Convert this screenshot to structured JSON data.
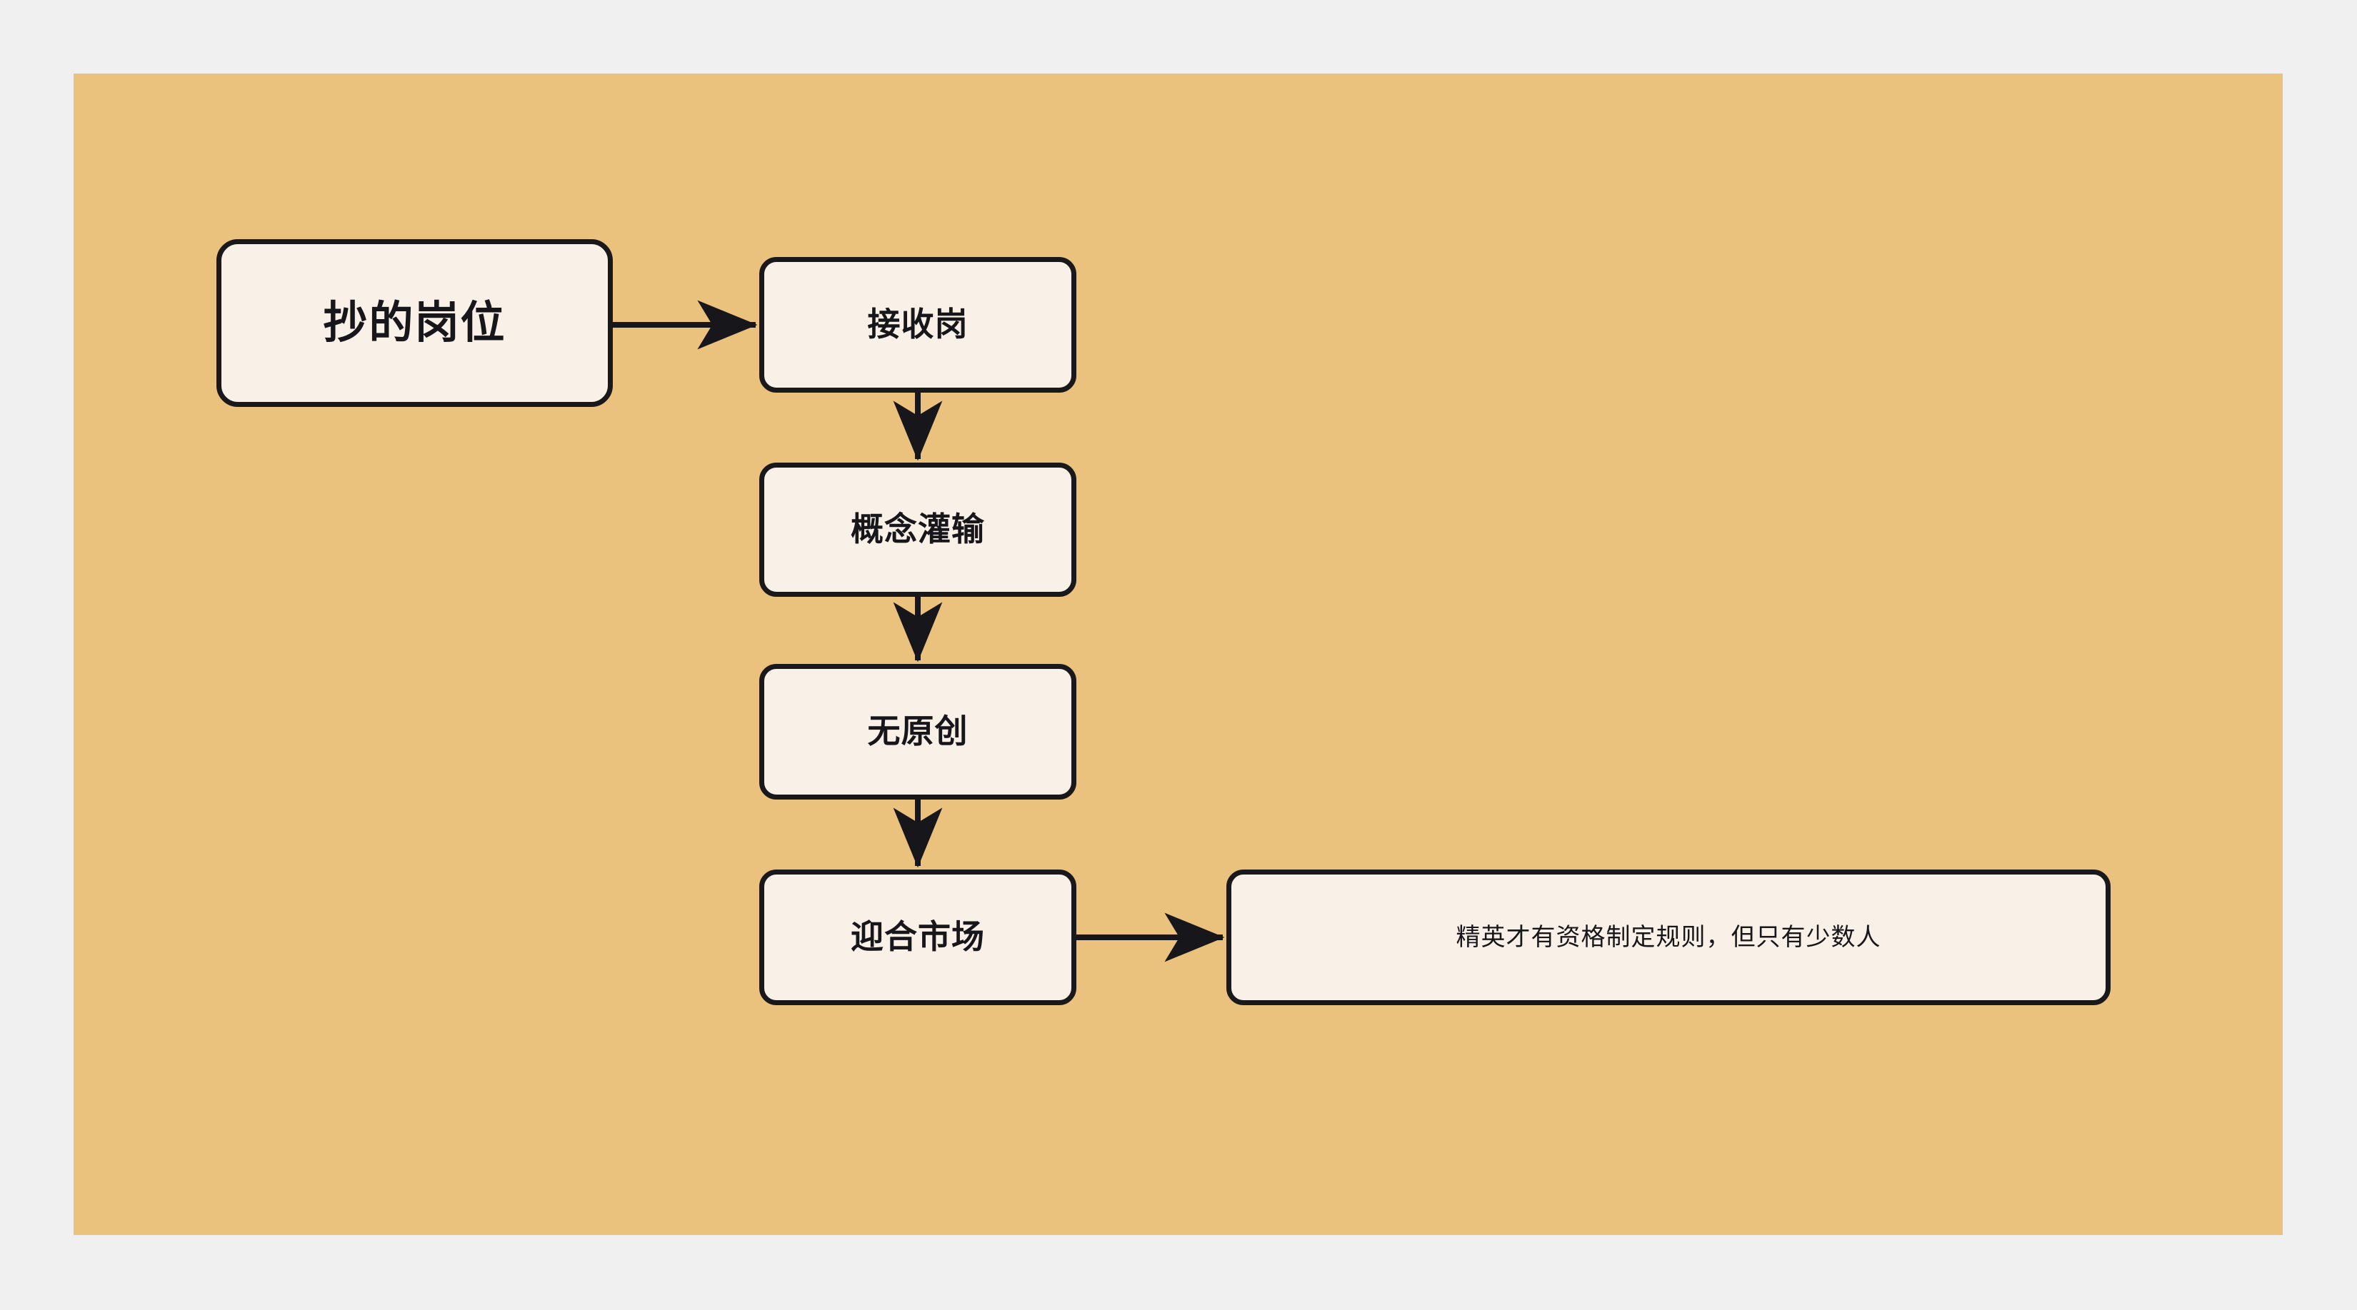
{
  "canvas": {
    "background_color": "#ebc17e",
    "page_background_color": "#f0f0f0",
    "node_fill_color": "#f9f0e7",
    "node_border_color": "#19181a",
    "edge_color": "#17161a"
  },
  "diagram": {
    "type": "flowchart",
    "nodes": [
      {
        "id": "source",
        "label": "抄的岗位"
      },
      {
        "id": "receive",
        "label": "接收岗"
      },
      {
        "id": "indoctrinate",
        "label": "概念灌输"
      },
      {
        "id": "no_original",
        "label": "无原创"
      },
      {
        "id": "market",
        "label": "迎合市场"
      },
      {
        "id": "elite_note",
        "label": "精英才有资格制定规则，但只有少数人"
      }
    ],
    "edges": [
      {
        "from": "source",
        "to": "receive",
        "direction": "right"
      },
      {
        "from": "receive",
        "to": "indoctrinate",
        "direction": "down"
      },
      {
        "from": "indoctrinate",
        "to": "no_original",
        "direction": "down"
      },
      {
        "from": "no_original",
        "to": "market",
        "direction": "down"
      },
      {
        "from": "market",
        "to": "elite_note",
        "direction": "right"
      }
    ]
  }
}
